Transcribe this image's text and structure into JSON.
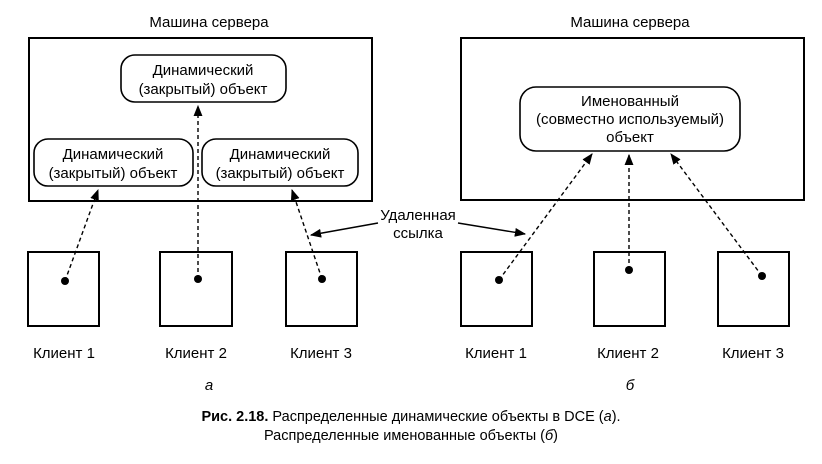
{
  "panel_a": {
    "server_label": "Машина сервера",
    "objects": [
      {
        "line1": "Динамический",
        "line2": "(закрытый) объект"
      },
      {
        "line1": "Динамический",
        "line2": "(закрытый) объект"
      },
      {
        "line1": "Динамический",
        "line2": "(закрытый) объект"
      }
    ],
    "clients": [
      "Клиент 1",
      "Клиент 2",
      "Клиент 3"
    ],
    "sub_label": "а"
  },
  "panel_b": {
    "server_label": "Машина сервера",
    "object": {
      "line1": "Именованный",
      "line2": "(совместно используемый)",
      "line3": "объект"
    },
    "clients": [
      "Клиент 1",
      "Клиент 2",
      "Клиент 3"
    ],
    "sub_label": "б"
  },
  "remote_ref": {
    "line1": "Удаленная",
    "line2": "ссылка"
  },
  "caption": {
    "prefix": "Рис. 2.18.",
    "line1_text": " Распределенные динамические объекты в DCE (",
    "line1_italic": "а",
    "line1_end": ").",
    "line2_text": "Распределенные именованные объекты (",
    "line2_italic": "б",
    "line2_end": ")"
  }
}
